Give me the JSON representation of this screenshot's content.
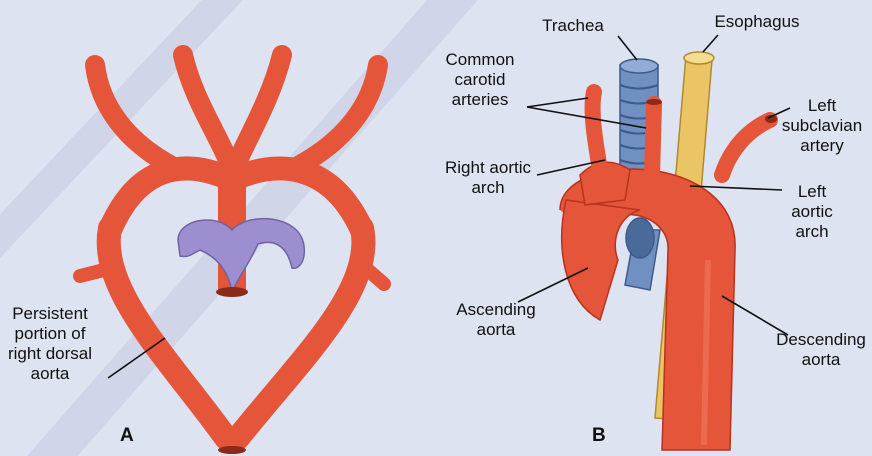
{
  "panels": {
    "a": "A",
    "b": "B"
  },
  "labels": {
    "persistent": "Persistent\nportion of\nright dorsal\naorta",
    "trachea": "Trachea",
    "esophagus": "Esophagus",
    "common_carotid": "Common\ncarotid\narteries",
    "left_subclavian": "Left\nsubclavian\nartery",
    "right_aortic_arch": "Right aortic\narch",
    "left_aortic_arch": "Left\naortic\narch",
    "ascending_aorta": "Ascending\naorta",
    "descending_aorta": "Descending\naorta"
  },
  "colors": {
    "background": "#dde3f1",
    "artery": "#e4553a",
    "artery_shadow": "#b8321c",
    "pulmonary": "#9d8fcf",
    "trachea": "#6f90c0",
    "esophagus": "#ebc565",
    "watermark": "#c7cbe1"
  }
}
